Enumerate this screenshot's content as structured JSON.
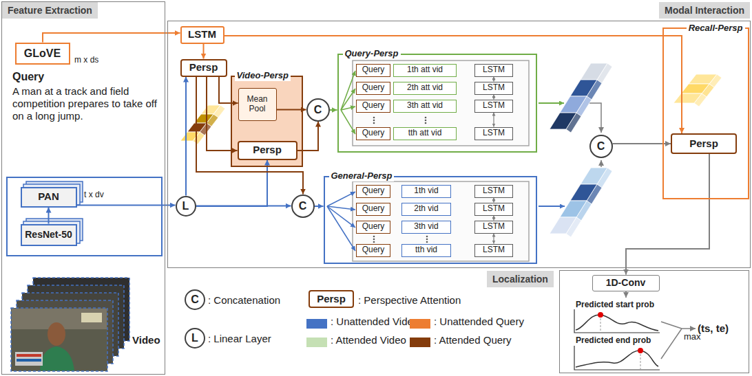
{
  "diagram": {
    "nodes": [
      {
        "text": [
          "Feature Extraction"
        ]
      },
      {
        "text": [
          "GLoVE"
        ],
        "in": 0
      },
      {
        "text": [
          "PAN"
        ],
        "in": 0
      },
      {
        "text": [
          "ResNet-50"
        ],
        "in": 0
      },
      {
        "text": [
          "Modal Interaction"
        ]
      },
      {
        "text": [
          "LSTM"
        ],
        "in": 4
      },
      {
        "text": [
          "Persp"
        ],
        "in": 4
      },
      {
        "text": [
          "Video-Persp"
        ],
        "in": 4
      },
      {
        "text": [
          "Mean Pool"
        ],
        "in": 7
      },
      {
        "text": [
          "Persp"
        ],
        "in": 7
      },
      {
        "text": [
          "C"
        ],
        "in": 4
      },
      {
        "text": [
          "Query-Persp"
        ],
        "in": 4
      },
      {
        "text": [
          "Query"
        ],
        "in": 11
      },
      {
        "text": [
          "1th att vid"
        ],
        "in": 11
      },
      {
        "text": [
          "LSTM"
        ],
        "in": 11
      },
      {
        "text": [
          "Query"
        ],
        "in": 11
      },
      {
        "text": [
          "2th att vid"
        ],
        "in": 11
      },
      {
        "text": [
          "LSTM"
        ],
        "in": 11
      },
      {
        "text": [
          "Query"
        ],
        "in": 11
      },
      {
        "text": [
          "3th att vid"
        ],
        "in": 11
      },
      {
        "text": [
          "LSTM"
        ],
        "in": 11
      },
      {
        "text": [
          "Query"
        ],
        "in": 11
      },
      {
        "text": [
          "tth att vid"
        ],
        "in": 11
      },
      {
        "text": [
          "LSTM"
        ],
        "in": 11
      },
      {
        "text": [
          "L"
        ],
        "in": 4
      },
      {
        "text": [
          "C"
        ],
        "in": 4
      },
      {
        "text": [
          "General-Persp"
        ],
        "in": 4
      },
      {
        "text": [
          "Query"
        ],
        "in": 26
      },
      {
        "text": [
          "1th vid"
        ],
        "in": 26
      },
      {
        "text": [
          "LSTM"
        ],
        "in": 26
      },
      {
        "text": [
          "Query"
        ],
        "in": 26
      },
      {
        "text": [
          "2th vid"
        ],
        "in": 26
      },
      {
        "text": [
          "LSTM"
        ],
        "in": 26
      },
      {
        "text": [
          "Query"
        ],
        "in": 26
      },
      {
        "text": [
          "3th vid"
        ],
        "in": 26
      },
      {
        "text": [
          "LSTM"
        ],
        "in": 26
      },
      {
        "text": [
          "Query"
        ],
        "in": 26
      },
      {
        "text": [
          "tth vid"
        ],
        "in": 26
      },
      {
        "text": [
          "LSTM"
        ],
        "in": 26
      },
      {
        "text": [
          "C"
        ],
        "in": 4
      },
      {
        "text": [
          "Recall-Persp"
        ],
        "in": 4
      },
      {
        "text": [
          "Persp"
        ],
        "in": 40
      },
      {
        "text": [
          "Localization"
        ]
      },
      {
        "text": [
          "1D-Conv"
        ],
        "in": 42
      }
    ],
    "edges": [
      {
        "from": 1,
        "to": 5,
        "arrow": "to"
      },
      {
        "from": 3,
        "to": 2,
        "arrow": "to"
      },
      {
        "from": 2,
        "to": 24,
        "arrow": "to"
      },
      {
        "from": 5,
        "to": 6,
        "arrow": "to"
      },
      {
        "from": 24,
        "to": 6,
        "arrow": "to"
      },
      {
        "from": 6,
        "to": 8,
        "arrow": "to"
      },
      {
        "from": 6,
        "to": 9,
        "arrow": "to"
      },
      {
        "from": 24,
        "to": 9,
        "arrow": "to"
      },
      {
        "from": 8,
        "to": 10,
        "arrow": "to"
      },
      {
        "from": 9,
        "to": 10,
        "arrow": "to"
      },
      {
        "from": 10,
        "to": 11,
        "arrow": "to"
      },
      {
        "from": 6,
        "to": 25,
        "arrow": "to"
      },
      {
        "from": 24,
        "to": 25,
        "arrow": "to"
      },
      {
        "from": 25,
        "to": 26,
        "arrow": "to"
      },
      {
        "from": 14,
        "to": 17,
        "arrow": "both"
      },
      {
        "from": 17,
        "to": 20,
        "arrow": "both"
      },
      {
        "from": 20,
        "to": 23,
        "arrow": "both"
      },
      {
        "from": 29,
        "to": 32,
        "arrow": "both"
      },
      {
        "from": 32,
        "to": 35,
        "arrow": "both"
      },
      {
        "from": 35,
        "to": 38,
        "arrow": "both"
      },
      {
        "from": 5,
        "to": 41,
        "arrow": "to"
      },
      {
        "from": 39,
        "to": 41,
        "arrow": "to"
      },
      {
        "from": 41,
        "to": 43,
        "arrow": "to"
      }
    ],
    "labels": [
      "m x ds",
      "Query",
      "A man at a track and field competition prepares to take off on a long jump.",
      "t x dv",
      "Video",
      "C",
      "Persp",
      "L",
      "Predicted start prob",
      "Predicted end prob",
      "max",
      "(ts, te)"
    ],
    "legend": [
      {
        "text": ": Concatenation"
      },
      {
        "text": ": Perspective Attention"
      },
      {
        "text": ": Unattended Video",
        "color": "#4472c4"
      },
      {
        "text": ": Unattended Query",
        "color": "#ed7d31"
      },
      {
        "text": ": Linear Layer"
      },
      {
        "text": ": Attended Video",
        "color": "#c5e0b4"
      },
      {
        "text": ": Attended Query",
        "color": "#843c0c"
      }
    ]
  }
}
